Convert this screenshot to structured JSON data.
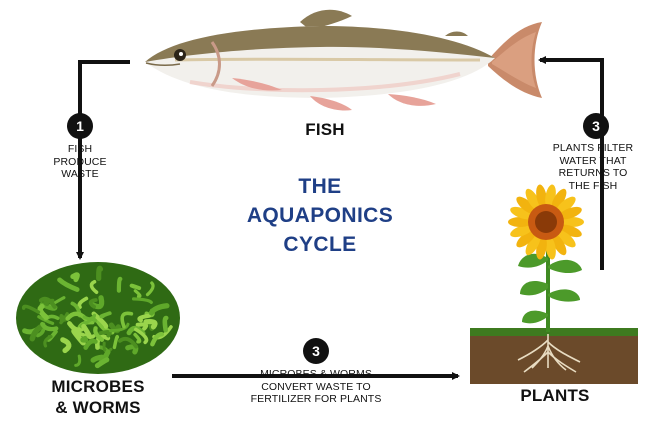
{
  "diagram": {
    "title_lines": [
      "THE",
      "AQUAPONICS",
      "CYCLE"
    ],
    "nodes": {
      "fish": "FISH",
      "microbes_line1": "MICROBES",
      "microbes_line2": "& WORMS",
      "plants": "PLANTS"
    },
    "steps": [
      {
        "number": "1",
        "lines": [
          "FISH",
          "PRODUCE",
          "WASTE"
        ]
      },
      {
        "number": "3",
        "lines": [
          "MICROBES & WORMS",
          "CONVERT WASTE TO",
          "FERTILIZER FOR PLANTS"
        ]
      },
      {
        "number": "3",
        "lines": [
          "PLANTS FILTER",
          "WATER THAT",
          "RETURNS TO",
          "THE FISH"
        ]
      }
    ],
    "colors": {
      "title": "#1f3f86",
      "arrow": "#111111",
      "badge": "#111111",
      "fish_back": "#8a7a55",
      "fish_belly": "#f2f0ec",
      "worms": "#5fa82a",
      "soil": "#6b4a2a",
      "sunflower_petal": "#f7c21b",
      "sunflower_center": "#c85a12",
      "leaf": "#4c9a2a"
    }
  }
}
